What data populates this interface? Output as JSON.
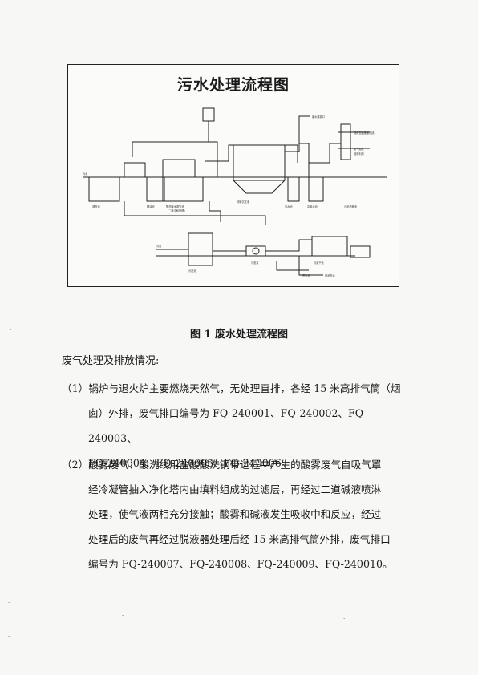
{
  "figure": {
    "title": "污水处理流程图",
    "labels": {
      "wastewater_discharge": "废水排放口",
      "recycled_fluid": "回用至盐酸酸洗线",
      "gas_discharge": "尾气吸收",
      "regen_product": "回收利用",
      "inlet_left": "污水",
      "collection_tank": "调节池",
      "acid_basin": "隔油池",
      "reaction_basin": "酸洗废水调节池",
      "reaction_basin_sub": "(二级中和处理)",
      "clarifier": "斜管沉淀池",
      "filter": "清水池",
      "neutral_tank": "中和水池",
      "sludge_storage": "污泥浓缩池",
      "inlet_bottom": "污泥",
      "sludge_tank": "污泥池",
      "pump": "污泥泵",
      "dewatering": "污泥干化",
      "outfall_a": "压滤机",
      "outfall_b": "废泥外运"
    },
    "caption": "图 1  废水处理流程图"
  },
  "text": {
    "heading": "废气处理及排放情况:",
    "item1_first": "（1）锅炉与退火炉主要燃烧天然气，无处理直排，各经 15 米高排气筒（烟",
    "item1_lines": [
      "囱）外排，废气排口编号为 FQ-240001、FQ-240002、FQ-240003、",
      "FQ-240004、FQ-240005、FQ-240006。"
    ],
    "item2_first": "（2）酸雾废气：酸洗线用盐酸酸洗钢带过程中产生的酸雾废气自吸气罩",
    "item2_lines": [
      "经冷凝管抽入净化塔内由填料组成的过滤层，再经过二道碱液喷淋",
      "处理，使气液两相充分接触；酸雾和碱液发生吸收中和反应，经过",
      "处理后的废气再经过脱液器处理后经 15 米高排气筒外排，废气排口",
      "编号为 FQ-240007、FQ-240008、FQ-240009、FQ-240010。"
    ]
  }
}
